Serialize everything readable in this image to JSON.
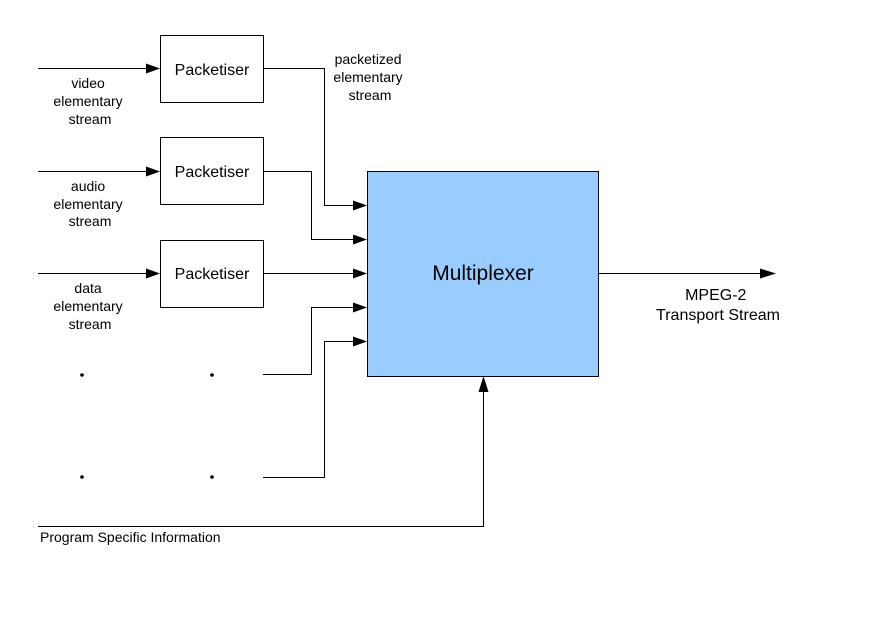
{
  "diagram": {
    "packetiser_label": "Packetiser",
    "multiplexer_label": "Multiplexer",
    "inputs": {
      "video": [
        "video",
        "elementary",
        "stream"
      ],
      "audio": [
        "audio",
        "elementary",
        "stream"
      ],
      "data": [
        "data",
        "elementary",
        "stream"
      ]
    },
    "pes_label": [
      "packetized",
      "elementary",
      "stream"
    ],
    "output_label": [
      "MPEG-2",
      "Transport Stream"
    ],
    "psi_label": "Program Specific Information",
    "colors": {
      "multiplexer_fill": "#99ccff",
      "stroke": "#000000"
    }
  }
}
